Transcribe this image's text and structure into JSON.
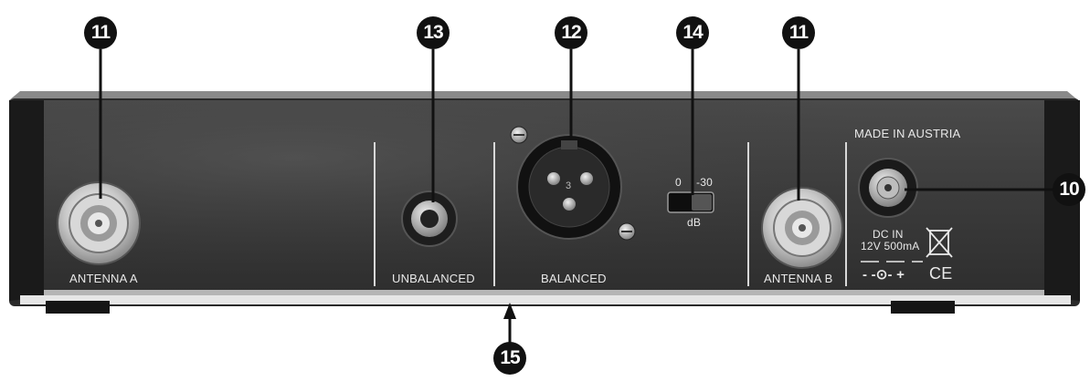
{
  "callouts": {
    "antenna_a": "11",
    "jack_unbalanced": "13",
    "xlr_balanced": "12",
    "attenuator_switch": "14",
    "antenna_b": "11",
    "dc_in": "10",
    "ground_lift": "15"
  },
  "panel": {
    "made_in": "MADE IN AUSTRIA",
    "antenna_a": "ANTENNA A",
    "unbalanced": "UNBALANCED",
    "balanced": "BALANCED",
    "antenna_b": "ANTENNA B",
    "switch_left": "0",
    "switch_right": "-30",
    "switch_unit": "dB",
    "xlr_pin": "3",
    "dc_in": "DC IN",
    "dc_rating": "12V 500mA",
    "polarity": "- -⊙- +",
    "ce_mark": "CE"
  },
  "colors": {
    "panel": "#3a3a3a",
    "callout": "#111111"
  }
}
